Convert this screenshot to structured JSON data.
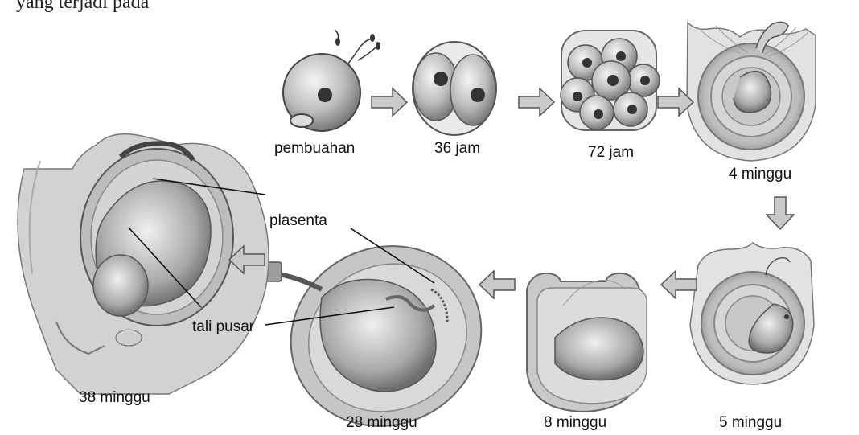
{
  "caption_fragment": "yang terjadi pada",
  "stages": {
    "fertilization": "pembuahan",
    "h36": "36 jam",
    "h72": "72 jam",
    "w4": "4 minggu",
    "w5": "5 minggu",
    "w8": "8 minggu",
    "w28": "28 minggu",
    "w38": "38 minggu"
  },
  "callouts": {
    "placenta": "plasenta",
    "cord": "tali pusar"
  }
}
